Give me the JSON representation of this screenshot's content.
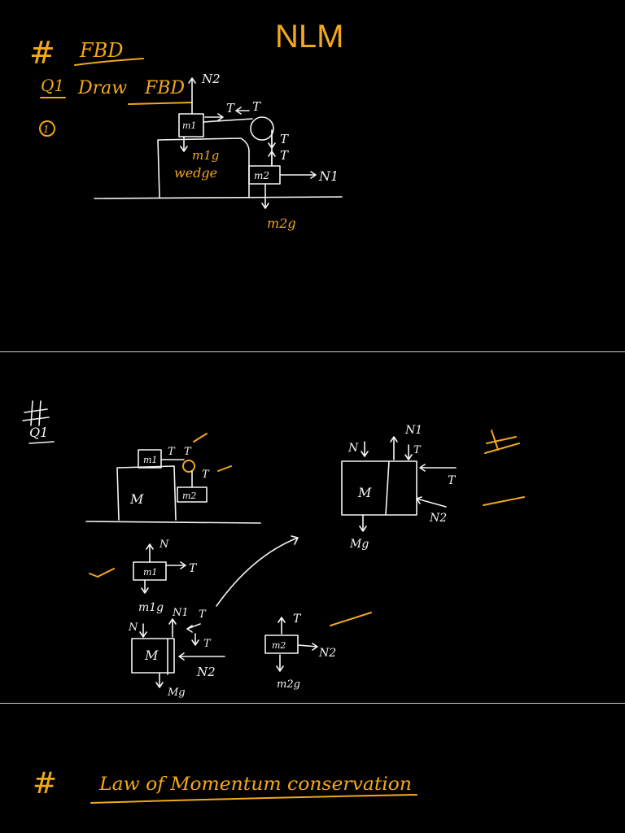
{
  "page1": {
    "title": "NLM",
    "heading_hash": "#",
    "heading": "FBD",
    "question_label": "Q1",
    "question_text": "Draw",
    "question_target": "FBD",
    "circle_mark": "1",
    "labels": {
      "N2": "N2",
      "T1": "T",
      "T2": "T",
      "T3": "T",
      "T4": "T",
      "m1": "m1",
      "m1g": "m1g",
      "wedge": "wedge",
      "m2": "m2",
      "N1": "N1",
      "m2g": "m2g"
    }
  },
  "page2": {
    "question_label": "Q1",
    "setup": {
      "M": "M",
      "m1": "m1",
      "m2": "m2",
      "T1": "T",
      "T2": "T",
      "T3": "T"
    },
    "wedge_fbd": {
      "N": "N",
      "N1": "N1",
      "T1": "T",
      "M": "M",
      "T2": "T",
      "N2": "N2",
      "Mg": "Mg"
    },
    "m1_fbd": {
      "N": "N",
      "m1": "m1",
      "T": "T",
      "m1g": "m1g"
    },
    "m_fbd": {
      "N": "N",
      "N1": "N1",
      "T1": "T",
      "M": "M",
      "T2": "T",
      "N2": "N2",
      "Mg": "Mg"
    },
    "m2_fbd": {
      "T": "T",
      "m2": "m2",
      "N2": "N2",
      "m2g": "m2g"
    }
  },
  "page3": {
    "heading_hash": "#",
    "heading": "Law of Momentum conservation"
  },
  "colors": {
    "background": "#000000",
    "ink_yellow": "#f2a81c",
    "ink_white": "#f4f4f4",
    "divider": "#cfcfcf"
  }
}
